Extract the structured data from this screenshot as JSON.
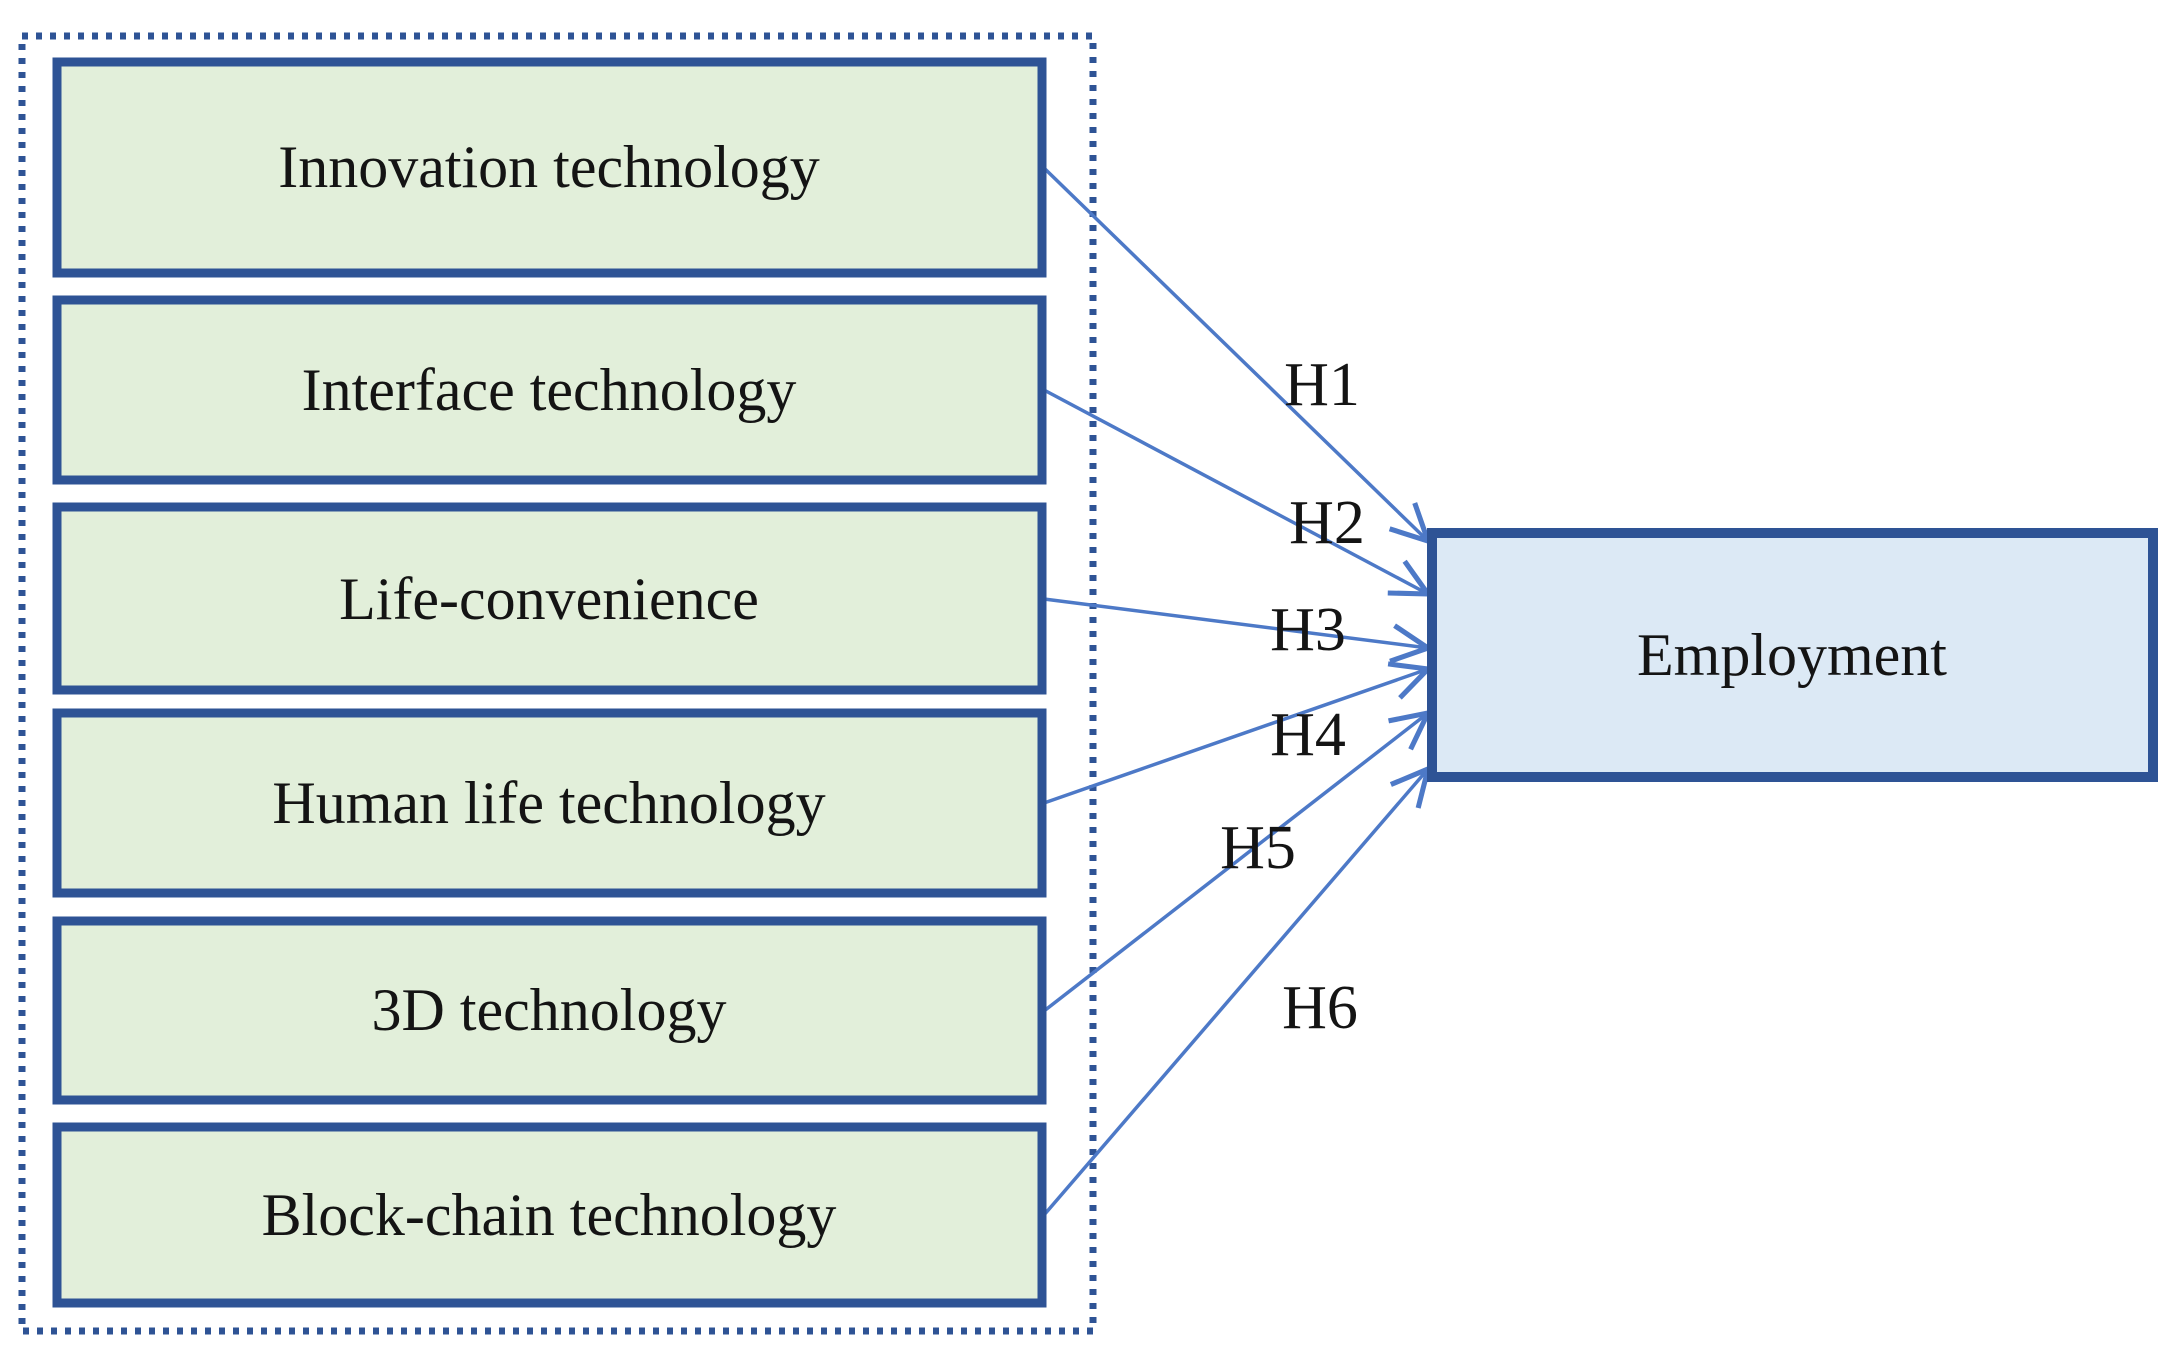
{
  "diagram": {
    "predictors": [
      {
        "label": "Innovation technology",
        "hypothesis": "H1"
      },
      {
        "label": "Interface technology",
        "hypothesis": "H2"
      },
      {
        "label": "Life-convenience",
        "hypothesis": "H3"
      },
      {
        "label": "Human life technology",
        "hypothesis": "H4"
      },
      {
        "label": "3D technology",
        "hypothesis": "H5"
      },
      {
        "label": "Block-chain technology",
        "hypothesis": "H6"
      }
    ],
    "outcome": {
      "label": "Employment"
    },
    "colors": {
      "predictor_fill": "#e2efda",
      "outcome_fill": "#dce9f5",
      "box_border": "#2e5395",
      "dotted_border": "#2e5395",
      "arrow": "#4d79c7",
      "text": "#141414"
    }
  }
}
